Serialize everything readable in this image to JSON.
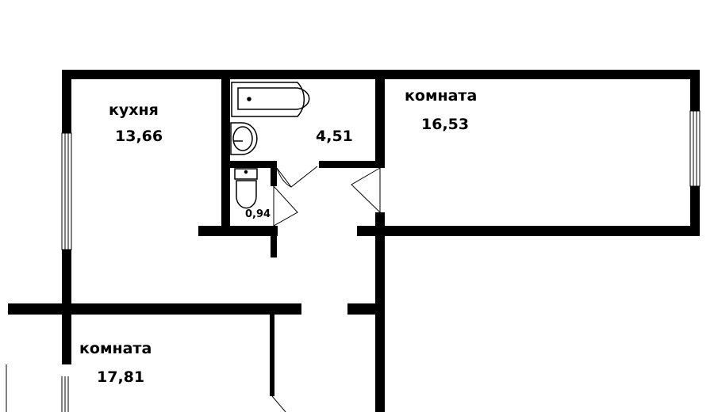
{
  "rooms": {
    "kitchen": {
      "name": "кухня",
      "area": "13,66"
    },
    "bathroom": {
      "area": "4,51"
    },
    "toilet": {
      "area": "0,94"
    },
    "room_right": {
      "name": "комната",
      "area": "16,53"
    },
    "room_bottom_left": {
      "name": "комната",
      "area": "17,81"
    }
  },
  "colors": {
    "wall": "#000000",
    "background": "#ffffff"
  }
}
